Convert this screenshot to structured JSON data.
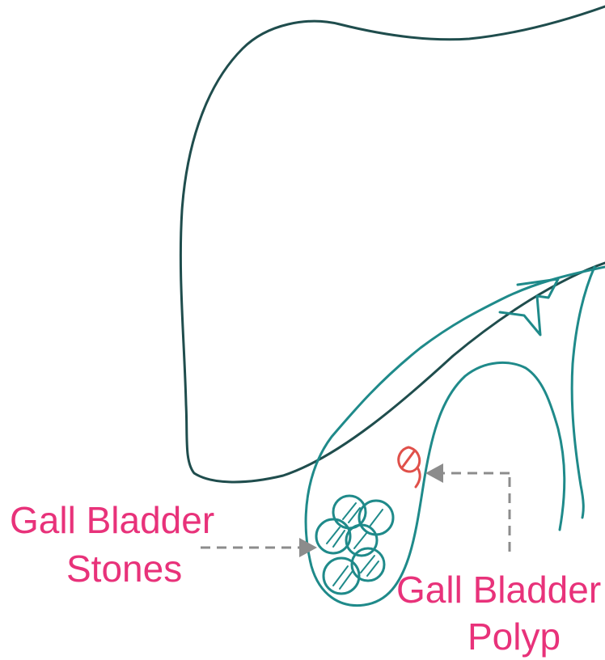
{
  "colors": {
    "liver_outline": "#1f4d4d",
    "gallbladder_outline": "#1f8a8a",
    "polyp": "#e0504a",
    "label": "#e8327a",
    "arrow": "#8c8c8c"
  },
  "labels": {
    "stones_line1": "Gall Bladder",
    "stones_line2": "Stones",
    "polyp_line1": "Gall Bladder",
    "polyp_line2": "Polyp"
  },
  "icons": {
    "stones": "stone-cluster-icon",
    "polyp": "polyp-icon"
  }
}
